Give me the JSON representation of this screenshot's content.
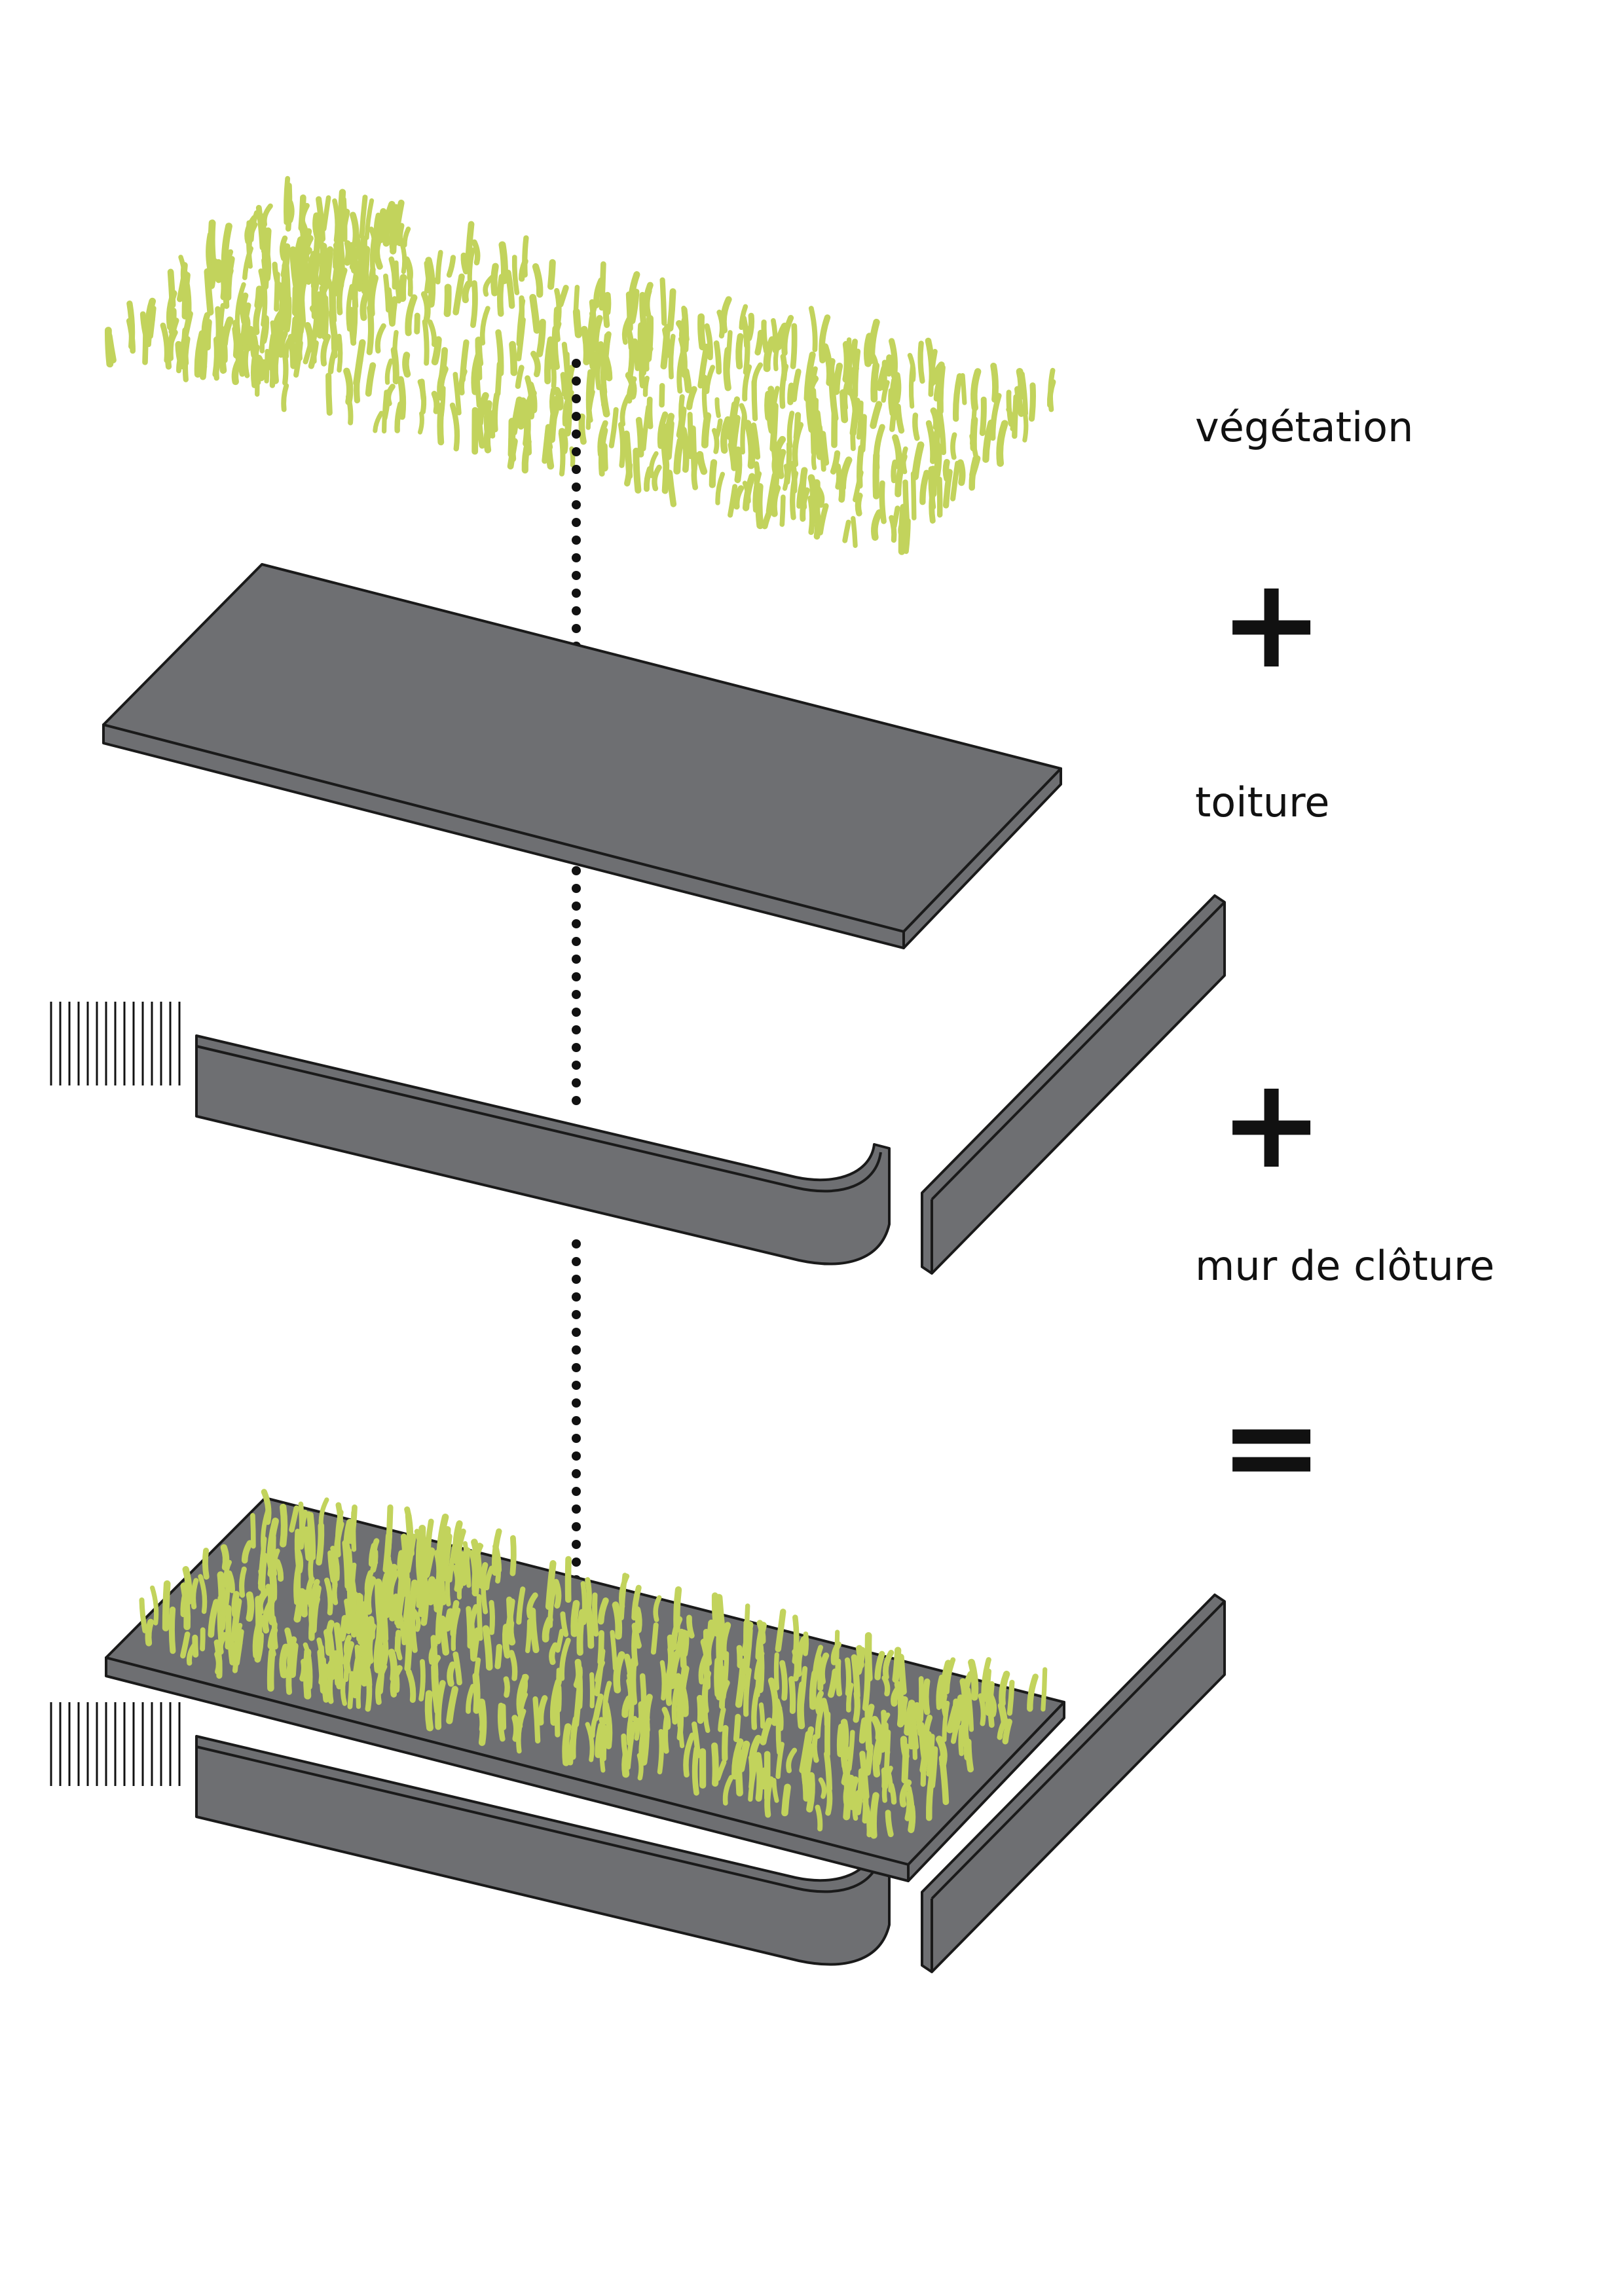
{
  "labels": {
    "vegetation": "végétation",
    "toiture": "toiture",
    "mur": "mur de clôture"
  },
  "operators": {
    "plus_1": "+",
    "plus_2": "+",
    "equals": "="
  },
  "colors": {
    "panel_fill": "#6e6f72",
    "outline": "#1a1a1a",
    "grass": "#c2d35c",
    "text": "#111111",
    "background": "#ffffff"
  }
}
